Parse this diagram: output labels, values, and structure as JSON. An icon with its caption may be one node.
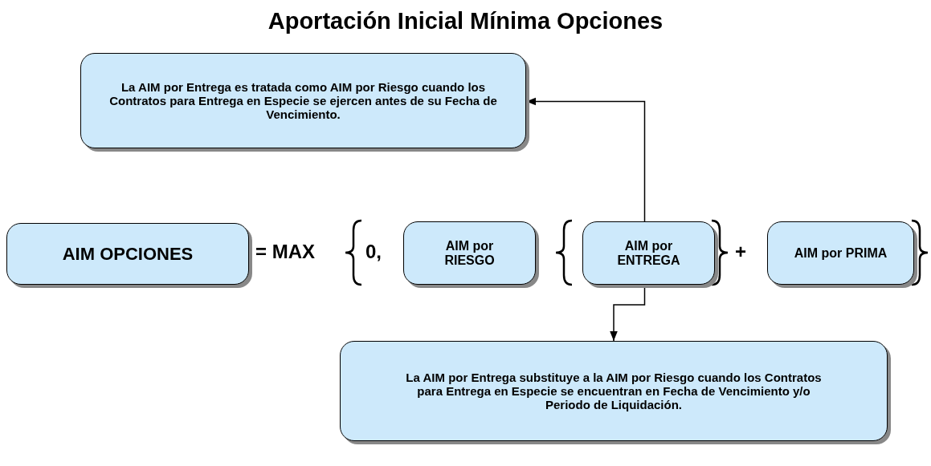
{
  "diagram": {
    "title": "Aportación Inicial Mínima Opciones",
    "nodes": [
      {
        "text": [
          "La AIM por Entrega es tratada como AIM por Riesgo cuando los Contratos para Entrega en Especie se ejercen antes de su Fecha de Vencimiento."
        ]
      },
      {
        "text": [
          "AIM OPCIONES"
        ]
      },
      {
        "text": [
          "AIM por RIESGO"
        ]
      },
      {
        "text": [
          "AIM por ENTREGA"
        ]
      },
      {
        "text": [
          "AIM por PRIMA"
        ]
      },
      {
        "text": [
          "La AIM por Entrega substituye a la AIM por Riesgo cuando los Contratos para Entrega en Especie se encuentran en Fecha de Vencimiento y/o Periodo de Liquidación."
        ]
      }
    ],
    "edges": [
      {
        "from": 3,
        "to": 0,
        "arrow": "to"
      },
      {
        "from": 3,
        "to": 5,
        "arrow": "to"
      }
    ],
    "labels": [
      "= MAX",
      "0,",
      "+"
    ]
  }
}
